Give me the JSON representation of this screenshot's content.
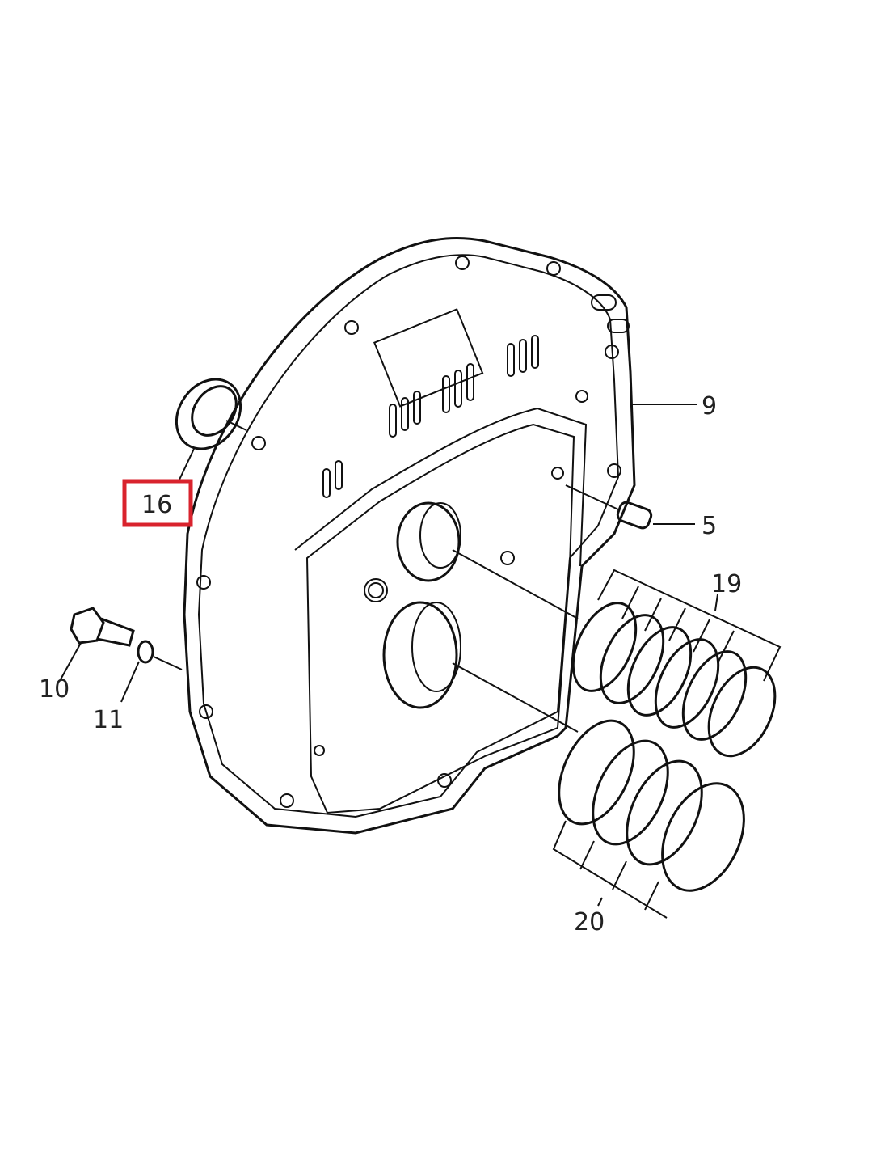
{
  "diagram": {
    "type": "exploded parts diagram",
    "highlight_color": "#d9232d",
    "callouts": [
      {
        "id": "9",
        "label": "9"
      },
      {
        "id": "5",
        "label": "5"
      },
      {
        "id": "19",
        "label": "19"
      },
      {
        "id": "16",
        "label": "16",
        "highlighted": true
      },
      {
        "id": "10",
        "label": "10"
      },
      {
        "id": "11",
        "label": "11"
      },
      {
        "id": "20",
        "label": "20"
      }
    ]
  }
}
